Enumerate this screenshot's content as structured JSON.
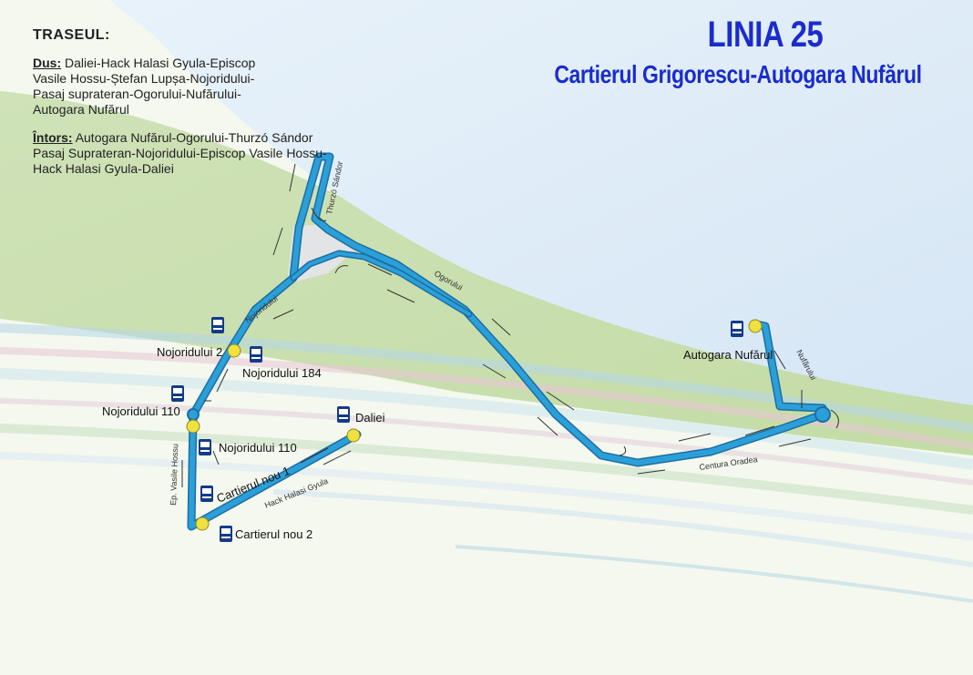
{
  "title": "LINIA 25",
  "subtitle": "Cartierul Grigorescu-Autogara Nufărul",
  "route": {
    "heading": "TRASEUL:",
    "dus_label": "Dus:",
    "dus_text": "Daliei-Hack Halasi Gyula-Episcop Vasile Hossu-Ștefan Lupșa-Nojoridului-Pasaj suprateran-Ogorului-Nufărului-Autogara Nufărul",
    "intors_label": "Întors:",
    "intors_text": "Autogara Nufărul-Ogorului-Thurzó Sándor Pasaj Suprateran-Nojoridului-Episcop Vasile Hossu-Hack Halasi Gyula-Daliei"
  },
  "stops": {
    "nojoridului_2": "Nojoridului 2",
    "nojoridului_184": "Nojoridului 184",
    "nojoridului_110_a": "Nojoridului 110",
    "nojoridului_110_b": "Nojoridului 110",
    "daliei": "Daliei",
    "cartierul_nou_2": "Cartierul nou 2",
    "autogara_nufarul": "Autogara Nufărul"
  },
  "streets": {
    "thurzo_sandor": "Thurzó Sándor",
    "ogorului": "Ogorului",
    "nojoridului": "Nojoridului",
    "ep_vasile_hossu": "Ep. Vasile Hossu",
    "hack_halasi_gyula": "Hack Halasi Gyula",
    "cartierul_nou_1": "Cartierul nou 1",
    "centura_oradea": "Centura Oradea",
    "nufarului": "Nufărului"
  },
  "colors": {
    "title": "#1a2ccc",
    "route_line": "#2b9fd8",
    "route_outline": "#1d6ea3",
    "stop_marker": "#f0e040",
    "bus_icon": "#143a8a"
  },
  "icons": {
    "stop": "bus-stop-icon"
  }
}
